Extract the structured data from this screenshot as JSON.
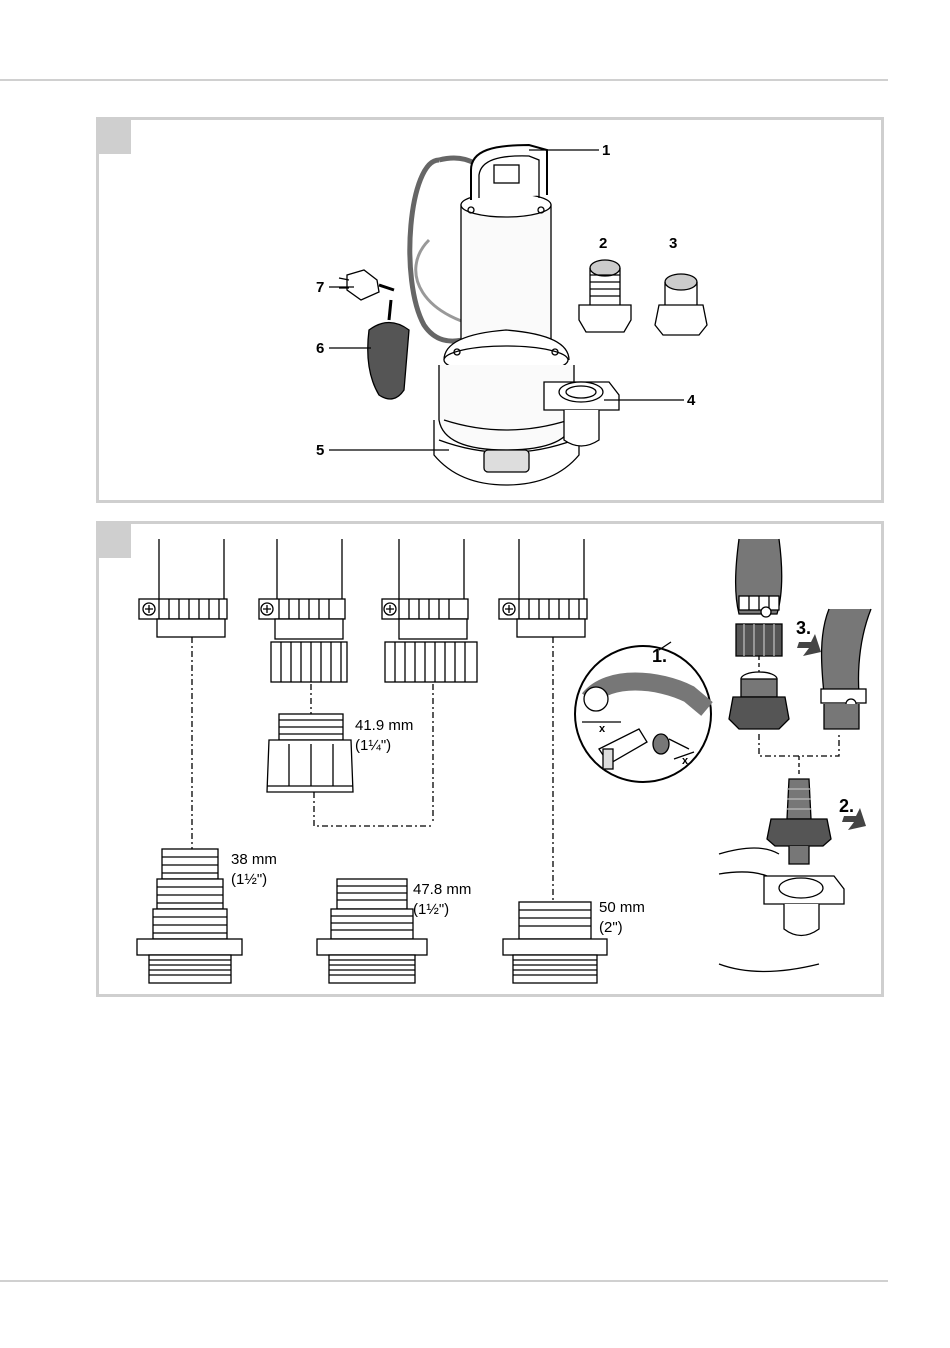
{
  "figure1": {
    "callouts": [
      "1",
      "2",
      "3",
      "4",
      "5",
      "6",
      "7"
    ]
  },
  "figure2": {
    "dims": {
      "d1": {
        "size": "41.9 mm",
        "inch": "(1¼\")"
      },
      "d2": {
        "size": "38 mm",
        "inch": "(1½\")"
      },
      "d3": {
        "size": "47.8 mm",
        "inch": "(1½\")"
      },
      "d4": {
        "size": "50 mm",
        "inch": "(2\")"
      }
    },
    "steps": [
      "1.",
      "2.",
      "3."
    ],
    "x_mark": "x"
  }
}
